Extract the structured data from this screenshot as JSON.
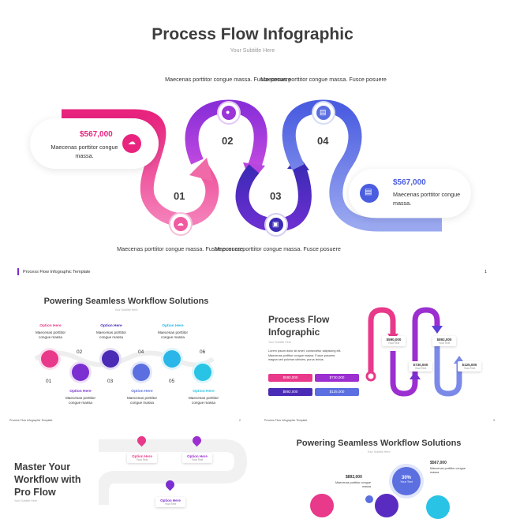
{
  "main": {
    "title": "Process Flow Infographic",
    "subtitle": "Your Subtitle Here",
    "left_card": {
      "amount": "$567,000",
      "text": "Maecenas porttitor congue massa."
    },
    "right_card": {
      "amount": "$567,000",
      "text": "Maecenas porttitor congue massa."
    },
    "steps": [
      {
        "number": "01",
        "caption": "Maecenas porttitor congue massa. Fusce posuere"
      },
      {
        "number": "02",
        "caption": "Maecenas porttitor congue massa. Fusce posuere"
      },
      {
        "number": "03",
        "caption": "Maecenas porttitor congue massa. Fusce posuere"
      },
      {
        "number": "04",
        "caption": "Maecenas porttitor congue massa. Fusce posuere"
      }
    ],
    "footer": "Process Flow Infographic Template",
    "page": "1"
  },
  "thumb1": {
    "title": "Powering Seamless Workflow Solutions",
    "subtitle": "Your Subtitle Here",
    "options": [
      {
        "label": "Option Here",
        "text": "Maecenas porttitor congue massa",
        "color": "#e8398a",
        "number": "01"
      },
      {
        "label": "Option Here",
        "text": "Maecenas porttitor congue massa",
        "color": "#7b2fd0",
        "number": "02"
      },
      {
        "label": "Option Here",
        "text": "Maecenas porttitor congue massa",
        "color": "#4a2bb5",
        "number": "03"
      },
      {
        "label": "Option Here",
        "text": "Maecenas porttitor congue massa",
        "color": "#5b6fe0",
        "number": "04"
      },
      {
        "label": "Option Here",
        "text": "Maecenas porttitor congue massa",
        "color": "#2ab6e8",
        "number": "05"
      },
      {
        "label": "Option Here",
        "text": "Maecenas porttitor congue massa",
        "color": "#29c3e6",
        "number": "06"
      }
    ],
    "footer": "Process Flow Infographic Template",
    "page": "2"
  },
  "thumb2": {
    "title_line1": "Process Flow",
    "title_line2": "Infographic",
    "subtitle": "Your Subtitle Here",
    "body": "Lorem ipsum dolor sit amet, consectetur adipiscing elit. Maecenas porttitor congue massa. Fusce posuere, magna sed pulvinar ultricies, purus lectus.",
    "pills": [
      {
        "label": "$590,000",
        "color": "#e8398a"
      },
      {
        "label": "$730,000",
        "color": "#9b2fd0"
      },
      {
        "label": "$892,000",
        "color": "#4a2bb5"
      },
      {
        "label": "$125,000",
        "color": "#5b6fe0"
      }
    ],
    "boxes": [
      {
        "value": "$590,000",
        "text": "Your Text"
      },
      {
        "value": "$730,000",
        "text": "Your Text"
      },
      {
        "value": "$892,000",
        "text": "Your Text"
      },
      {
        "value": "$125,000",
        "text": "Your Text"
      }
    ],
    "footer": "Process Flow Infographic Template",
    "page": "3"
  },
  "thumb3": {
    "title_line1": "Master Your",
    "title_line2": "Workflow with",
    "title_line3": "Pro Flow",
    "subtitle": "Your Subtitle Here",
    "cards": [
      {
        "label": "Option Here",
        "text": "Your Text"
      },
      {
        "label": "Option Here",
        "text": "Your Text"
      },
      {
        "label": "Option Here",
        "text": "Your Text"
      }
    ]
  },
  "thumb4": {
    "title": "Powering Seamless Workflow Solutions",
    "subtitle": "Your Subtitle Here",
    "percent": "30%",
    "percent_text": "Your Text",
    "value_left": "$892,000",
    "value_right": "$567,000",
    "text": "Maecenas porttitor congue massa"
  }
}
